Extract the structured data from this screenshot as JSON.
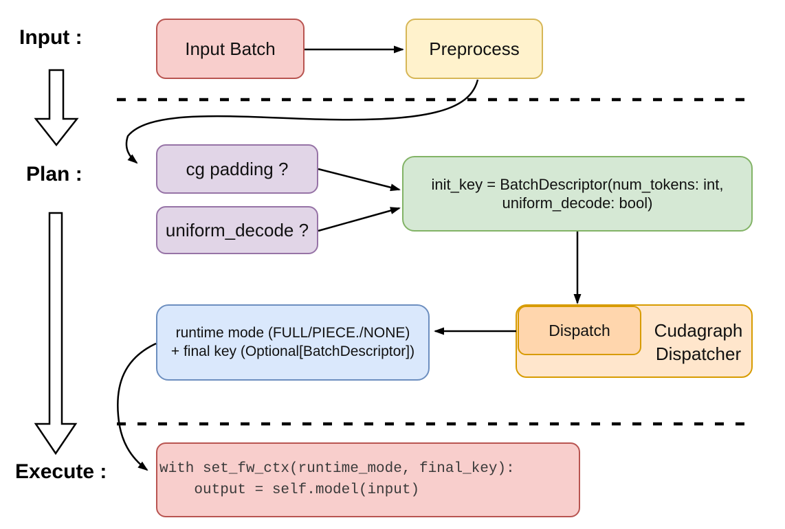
{
  "diagram": {
    "stage_labels": {
      "input": "Input :",
      "plan": "Plan :",
      "execute": "Execute :"
    },
    "nodes": {
      "input_batch": {
        "label": "Input Batch"
      },
      "preprocess": {
        "label": "Preprocess"
      },
      "cg_padding": {
        "label": "cg padding ?"
      },
      "uniform_decode": {
        "label": "uniform_decode ?"
      },
      "init_key": {
        "line1": "init_key = BatchDescriptor(num_tokens: int,",
        "line2": "uniform_decode: bool)"
      },
      "dispatch": {
        "label": "Dispatch"
      },
      "cudagraph_dispatcher": {
        "line1": "Cudagraph",
        "line2": "Dispatcher"
      },
      "runtime_mode": {
        "line1": "runtime mode (FULL/PIECE./NONE)",
        "line2": "+ final key (Optional[BatchDescriptor])"
      },
      "execute_code": {
        "line1": "with set_fw_ctx(runtime_mode, final_key):",
        "line2": "    output = self.model(input)"
      }
    },
    "colors": {
      "pink_fill": "#f8cecc",
      "pink_stroke": "#b85450",
      "yellow_fill": "#fff2cc",
      "yellow_stroke": "#d6b656",
      "purple_fill": "#e1d5e7",
      "purple_stroke": "#9673a6",
      "green_fill": "#d5e8d4",
      "green_stroke": "#82b366",
      "blue_fill": "#dae8fc",
      "blue_stroke": "#6c8ebf",
      "orange_fill": "#ffe6cc",
      "orange_inner_fill": "#ffd6ad",
      "orange_stroke": "#d79b00",
      "line_color": "#000000"
    }
  }
}
